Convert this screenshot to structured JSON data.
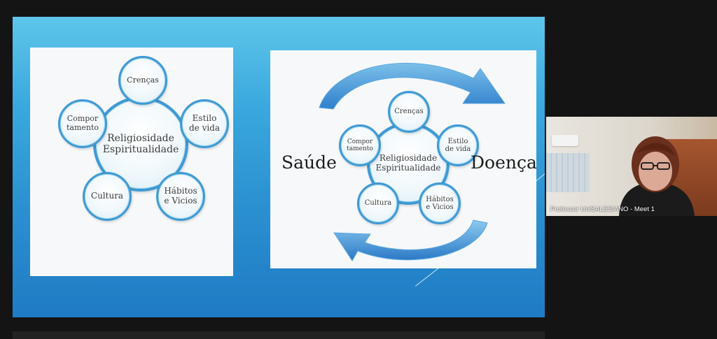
{
  "slide": {
    "left_diagram": {
      "center": "Religiosidade Espiritualidade",
      "nodes": [
        "Crenças",
        "Estilo de vida",
        "Hábitos e Vicios",
        "Cultura",
        "Compor tamento"
      ]
    },
    "right_diagram": {
      "center": "Religiosidade Espiritualidade",
      "nodes": [
        "Crenças",
        "Estilo de vida",
        "Hábitos e Vicios",
        "Cultura",
        "Compor tamento"
      ],
      "left_word": "Saúde",
      "right_word": "Doença"
    }
  },
  "participant": {
    "name": "Professor UniSALESIANO - Meet 1"
  }
}
